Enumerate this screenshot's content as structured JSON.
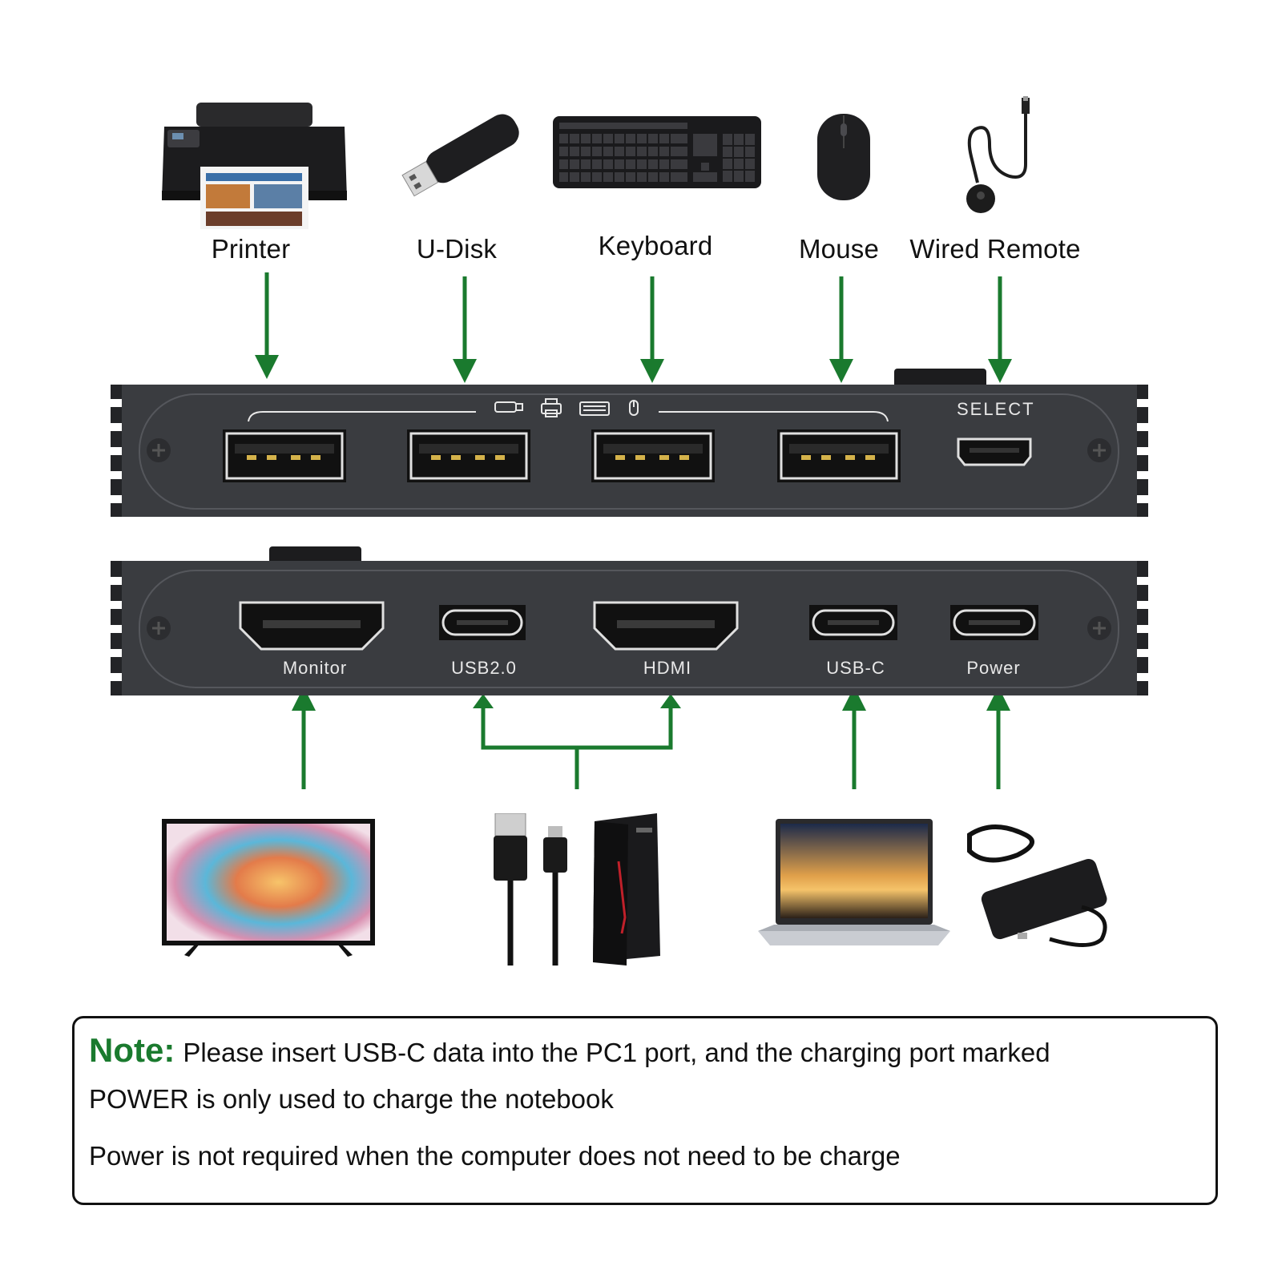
{
  "top_devices": [
    {
      "label": "Printer",
      "icon": "printer-icon"
    },
    {
      "label": "U-Disk",
      "icon": "usb-flash-drive-icon"
    },
    {
      "label": "Keyboard",
      "icon": "keyboard-icon"
    },
    {
      "label": "Mouse",
      "icon": "mouse-icon"
    },
    {
      "label": "Wired Remote",
      "icon": "wired-remote-icon"
    }
  ],
  "front_panel": {
    "select_label": "SELECT",
    "usb_icons": [
      "usb-drive-glyph-icon",
      "printer-glyph-icon",
      "keyboard-glyph-icon",
      "mouse-glyph-icon"
    ]
  },
  "back_panel": {
    "ports": [
      {
        "label": "Monitor",
        "type": "hdmi"
      },
      {
        "label": "USB2.0",
        "type": "usb-c"
      },
      {
        "label": "HDMI",
        "type": "hdmi"
      },
      {
        "label": "USB-C",
        "type": "usb-c"
      },
      {
        "label": "Power",
        "type": "usb-c"
      }
    ]
  },
  "bottom_devices": [
    {
      "icon": "tv-monitor-icon"
    },
    {
      "icon": "usb-cables-icon"
    },
    {
      "icon": "desktop-pc-tower-icon"
    },
    {
      "icon": "laptop-icon"
    },
    {
      "icon": "power-adapter-icon"
    }
  ],
  "note": {
    "title": "Note:",
    "line1": "Please insert USB-C data into the PC1 port, and the charging port marked",
    "line2": "POWER is only used to charge the notebook",
    "line3": "Power is not required when the computer does not need to be charge"
  },
  "colors": {
    "arrow_green": "#1a7a2e",
    "panel_dark": "#3a3c40",
    "panel_edge": "#232427",
    "note_title_green": "#1a7a2e"
  }
}
